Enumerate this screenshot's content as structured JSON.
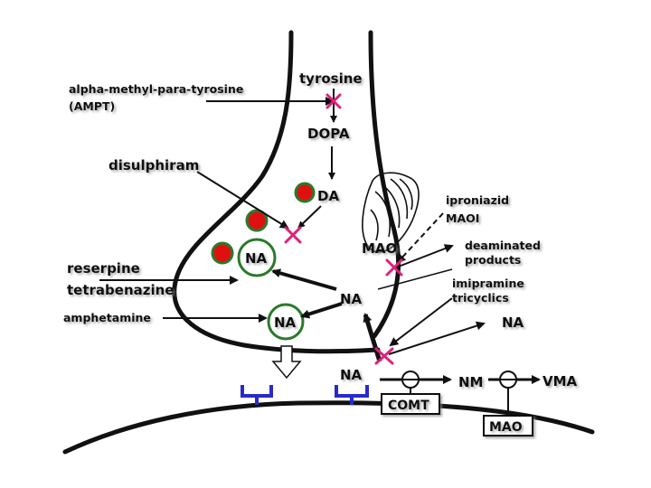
{
  "labels": {
    "tyrosine": "tyrosine",
    "ampt_1": "alpha-methyl-para-tyrosine",
    "ampt_2": "(AMPT)",
    "dopa": "DOPA",
    "disulphiram": "disulphiram",
    "da": "DA",
    "iproniazid": "iproniazid",
    "maoi": "MAOI",
    "mao_mito": "MAO",
    "deaminated_1": "deaminated",
    "deaminated_2": "products",
    "na_vesicle_top": "NA",
    "na_cytoplasm": "NA",
    "na_vesicle_bottom": "NA",
    "imipramine_1": "imipramine",
    "imipramine_2": "tricyclics",
    "reserpine": "reserpine",
    "tetrabenazine": "tetrabenazine",
    "amphetamine": "amphetamine",
    "na_outside": "NA",
    "na_cleft": "NA",
    "comt": "COMT",
    "nm": "NM",
    "vma": "VMA",
    "mao_box": "MAO"
  },
  "colors": {
    "inhibition_mark": "#e0207a",
    "vesicle_dot": "#e01010",
    "vesicle_ring": "#2a7a2a",
    "receptor": "#2a2ac8",
    "line": "#111111"
  }
}
